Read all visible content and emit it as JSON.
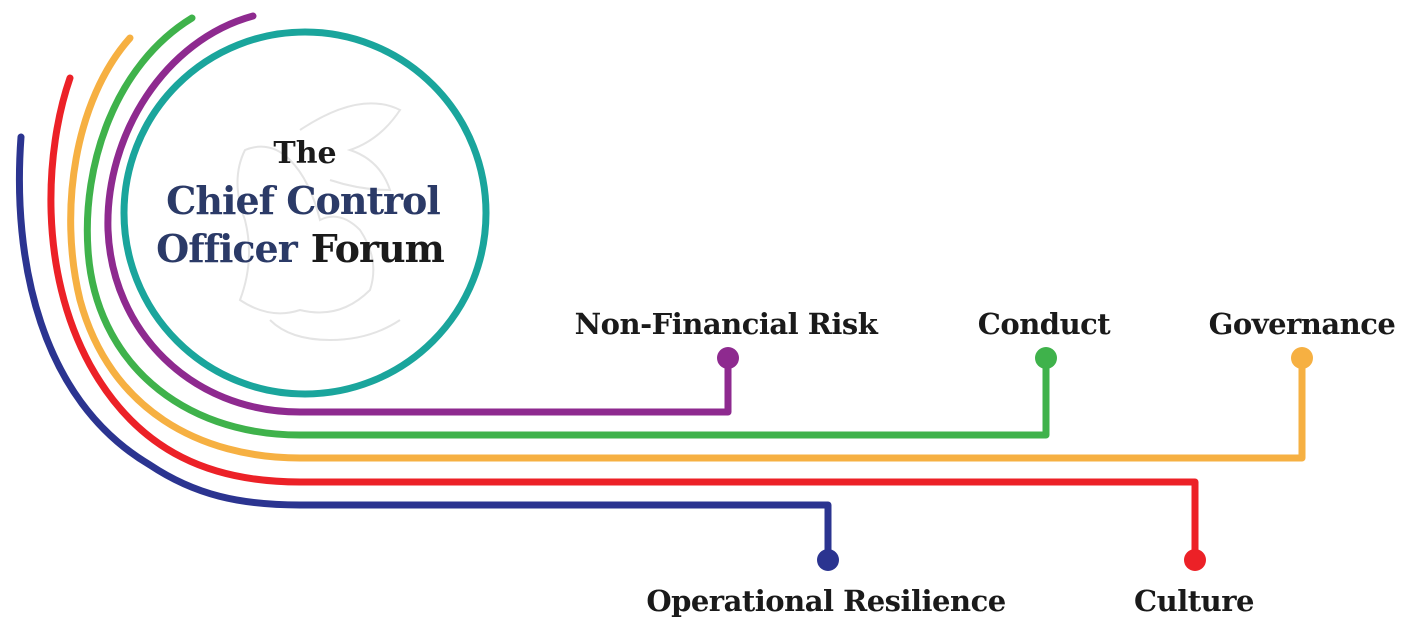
{
  "logo": {
    "line1": "The",
    "line2": "Chief Control",
    "line3a": "Officer",
    "line3b": "Forum"
  },
  "topics": [
    {
      "label": "Non-Financial Risk",
      "color": "#8e2a8f"
    },
    {
      "label": "Conduct",
      "color": "#3fb24b"
    },
    {
      "label": "Governance",
      "color": "#f6b042"
    },
    {
      "label": "Culture",
      "color": "#ec2127"
    },
    {
      "label": "Operational Resilience",
      "color": "#2b3490"
    }
  ],
  "colors": {
    "circle": "#1aa59c",
    "navy": "#2b3a67",
    "text": "#1a1a1a"
  }
}
